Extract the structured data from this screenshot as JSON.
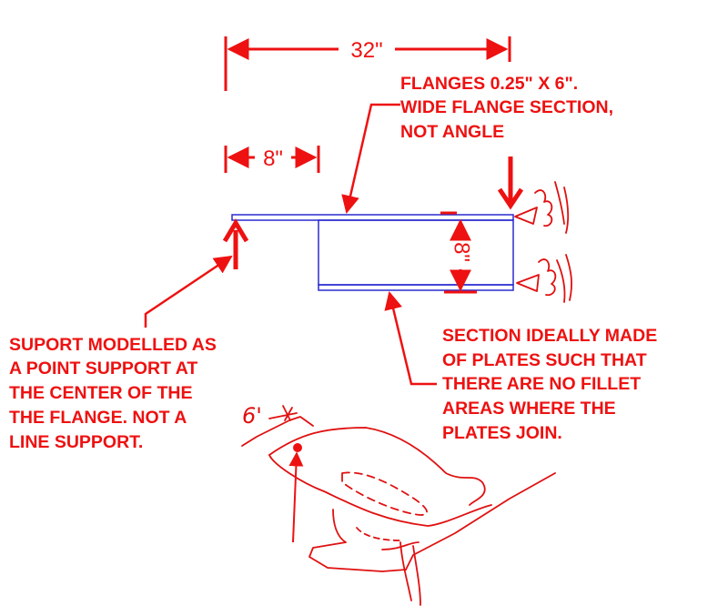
{
  "dimensions": {
    "overall_width": "32\"",
    "flange_offset": "8\"",
    "web_depth": "8\""
  },
  "notes": {
    "flange_spec": [
      "FLANGES 0.25\" X 6\".",
      "WIDE FLANGE SECTION,",
      "NOT ANGLE"
    ],
    "support": [
      "SUPORT MODELLED AS",
      "A POINT SUPPORT AT",
      "THE CENTER OF THE",
      "THE FLANGE.  NOT A",
      "LINE SUPPORT."
    ],
    "section": [
      "SECTION IDEALLY MADE",
      "OF PLATES SUCH THAT",
      "THERE ARE NO FILLET",
      "AREAS WHERE THE",
      "PLATES JOIN."
    ]
  },
  "sketch": {
    "handwritten_dimension": "6'"
  },
  "colors": {
    "annotation": "#ee1111",
    "section_outline": "#2a2ad0",
    "background": "#ffffff"
  }
}
